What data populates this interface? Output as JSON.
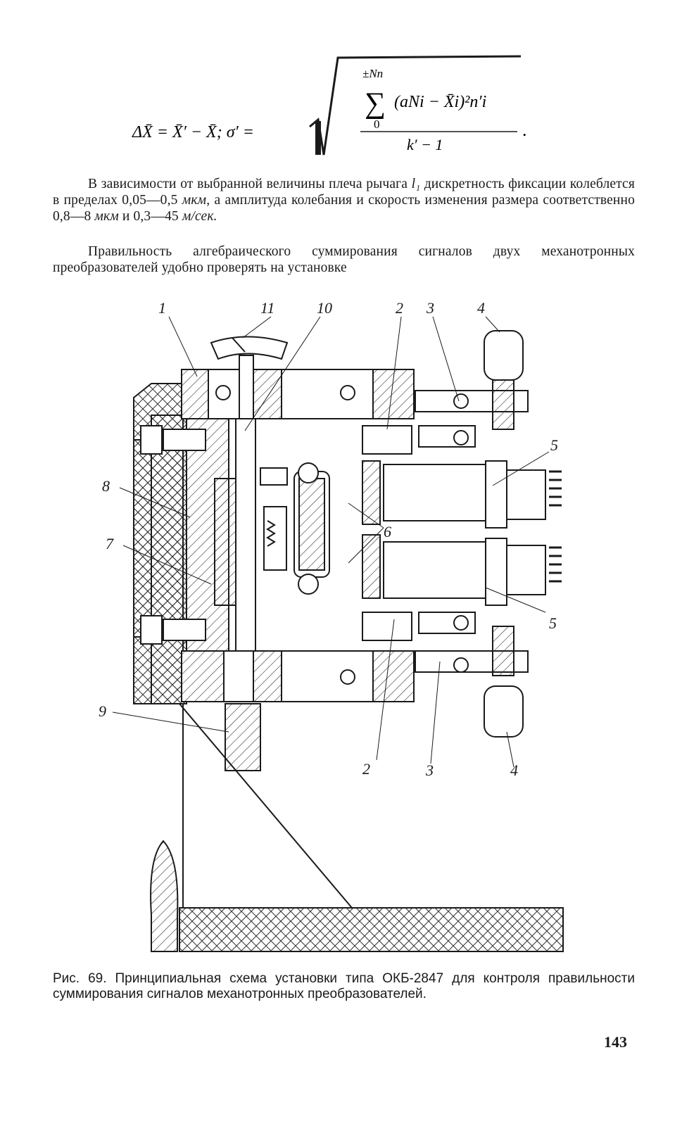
{
  "formula": {
    "lhs": "ΔX̄ = X̄′ − X̄;  σ′ =",
    "sum_upper": "±Nn",
    "sum_lower": "0",
    "numerator": "(aNi − X̄i)²n′i",
    "denominator": "k′ − 1",
    "end": "."
  },
  "paragraphs": {
    "p1_a": "В зависимости от выбранной величины плеча рычага ",
    "p1_var": "l₁",
    "p1_b": " дискретность фиксации колеблется в пределах 0,05—0,5 ",
    "p1_unit1": "мкм",
    "p1_c": ", а амплитуда колебания и скорость изменения размера соответственно 0,8—8 ",
    "p1_unit2": "мкм",
    "p1_d": " и 0,3—45 ",
    "p1_unit3": "м/сек.",
    "p2": "Правильность алгебраического суммирования сигналов двух механотронных преобразователей удобно проверять на установке"
  },
  "figure_labels": {
    "l1": "1",
    "l11": "11",
    "l10": "10",
    "l2_top": "2",
    "l3_top": "3",
    "l4_top": "4",
    "l5_top": "5",
    "l6": "6",
    "l5_bot": "5",
    "l8": "8",
    "l7": "7",
    "l9": "9",
    "l2_bot": "2",
    "l3_bot": "3",
    "l4_bot": "4"
  },
  "caption": "Рис. 69. Принципиальная схема установки типа ОКБ-2847 для контроля правильности суммирования сигналов механотронных преобразователей.",
  "page_number": "143"
}
